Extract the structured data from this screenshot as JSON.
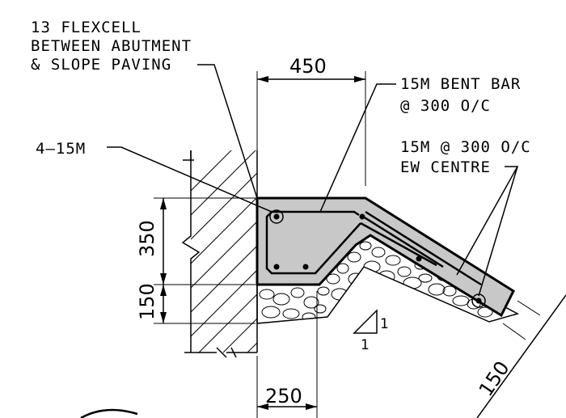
{
  "labels": {
    "flexcell_line1": "13 FLEXCELL",
    "flexcell_line2": "BETWEEN ABUTMENT",
    "flexcell_line3": "& SLOPE PAVING",
    "bars_4_15m": "4–15M",
    "bent_bar_line1": "15M BENT BAR",
    "bent_bar_line2": "@ 300 O/C",
    "ew_line1": "15M @ 300 O/C",
    "ew_line2": "EW CENTRE"
  },
  "dimensions": {
    "width_top": "450",
    "height_upper": "350",
    "height_lower": "150",
    "width_bottom": "250",
    "slab_thickness": "150"
  },
  "slope": {
    "rise": "1",
    "run": "1"
  },
  "colors": {
    "concrete_fill": "#c8c8c8",
    "line": "#000000",
    "background": "#ffffff"
  }
}
